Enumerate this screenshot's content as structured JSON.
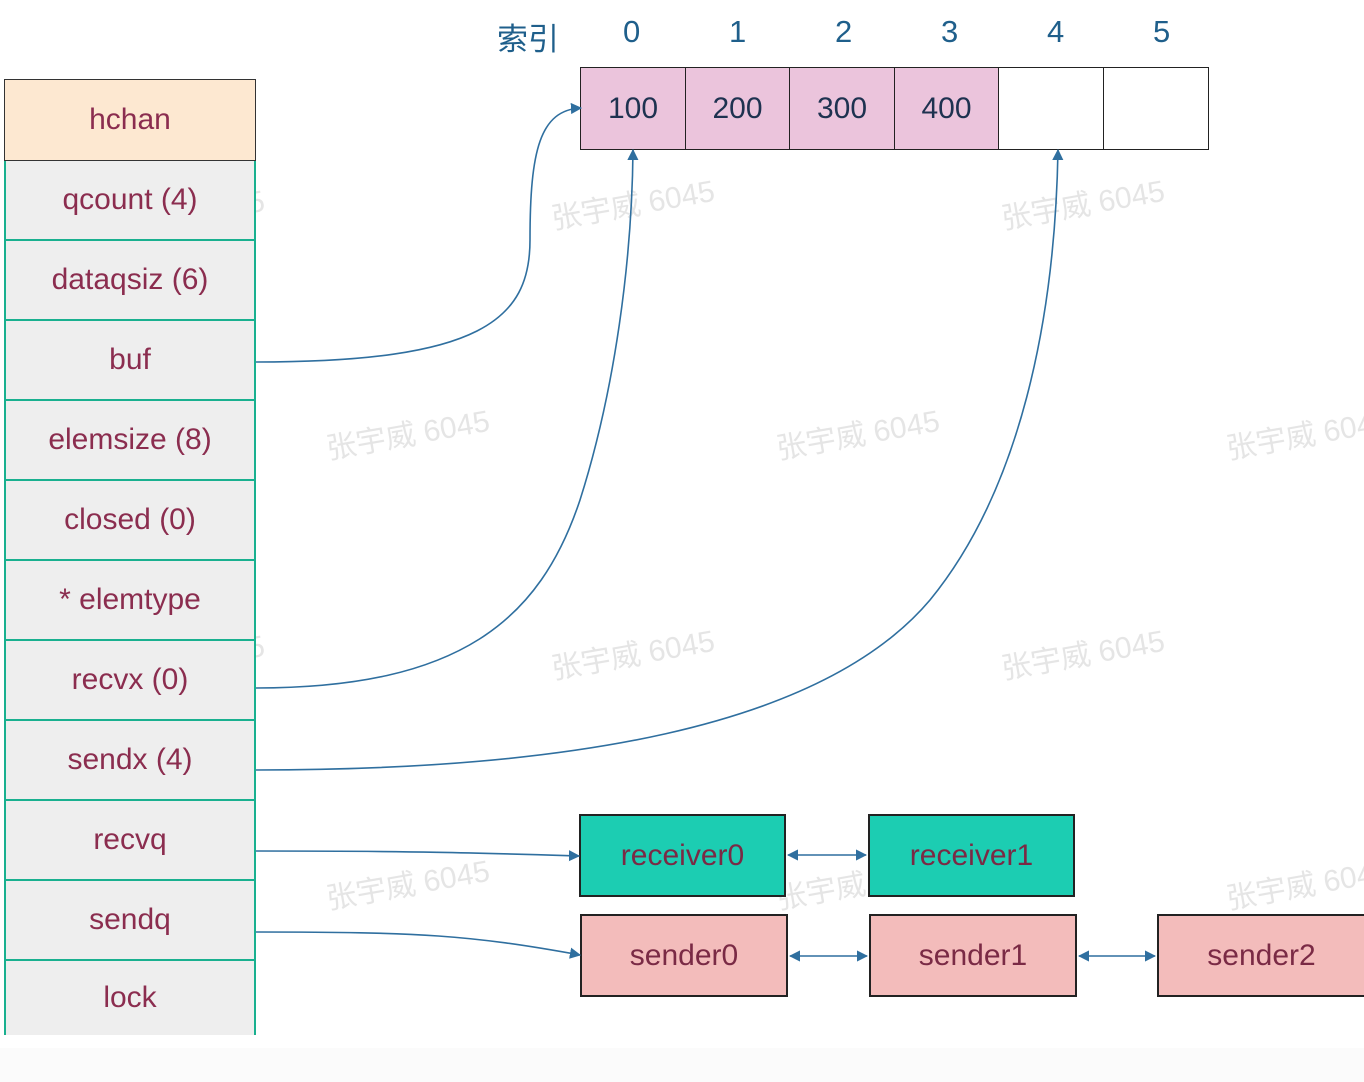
{
  "hchan": {
    "title": "hchan",
    "fields": [
      "qcount (4)",
      "dataqsiz (6)",
      "buf",
      "elemsize (8)",
      "closed (0)",
      "* elemtype",
      "recvx (0)",
      "sendx (4)",
      "recvq",
      "sendq",
      "lock"
    ]
  },
  "buffer": {
    "index_label": "索引",
    "indices": [
      "0",
      "1",
      "2",
      "3",
      "4",
      "5"
    ],
    "values": [
      "100",
      "200",
      "300",
      "400",
      "",
      ""
    ]
  },
  "recvq": [
    "receiver0",
    "receiver1"
  ],
  "sendq": [
    "sender0",
    "sender1",
    "sender2"
  ],
  "watermark": "张宇威 6045",
  "colors": {
    "header_bg": "#fde8d1",
    "field_bg": "#eeeeee",
    "field_border": "#19b08f",
    "field_text": "#8b2d4f",
    "buffer_filled": "#ebc4dc",
    "receiver_bg": "#1ccdb2",
    "sender_bg": "#f3bcbb",
    "arrow": "#2f6f9f"
  }
}
